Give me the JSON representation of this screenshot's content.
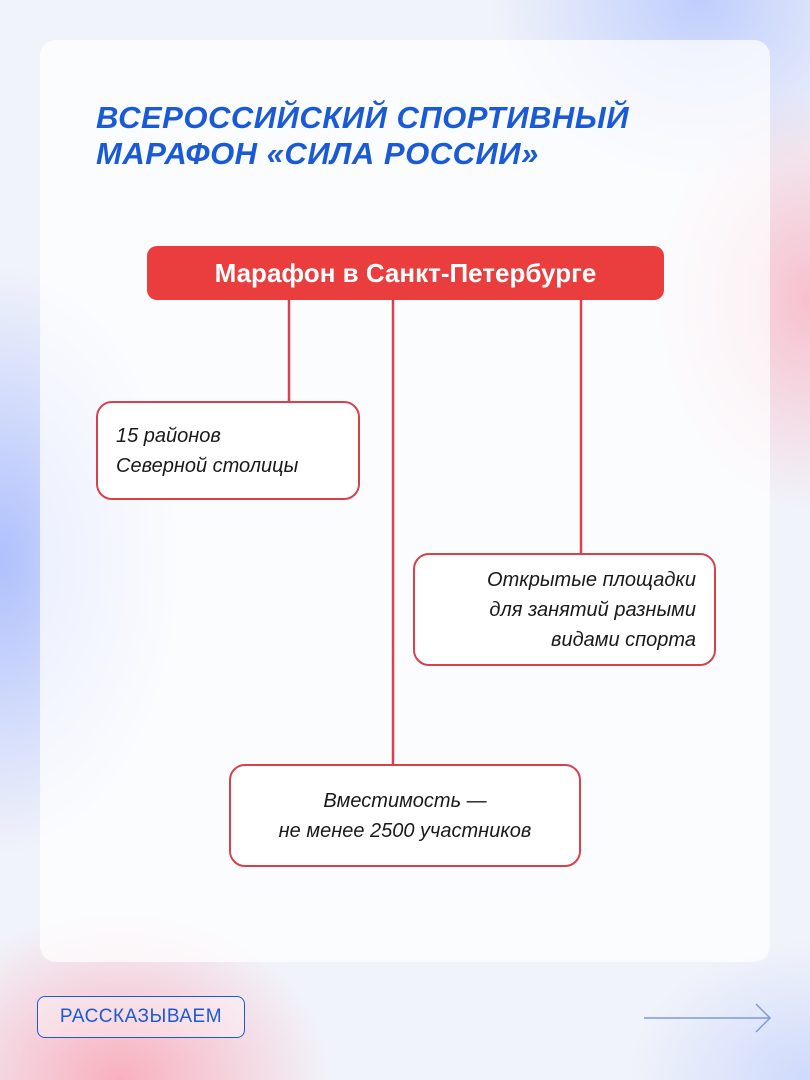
{
  "title": {
    "line1": "ВСЕРОССИЙСКИЙ СПОРТИВНЫЙ",
    "line2": "МАРАФОН «СИЛА РОССИИ»"
  },
  "diagram": {
    "main_node": "Марафон в Санкт-Петербурге",
    "nodes": [
      {
        "lines": [
          "15 районов",
          "Северной столицы"
        ]
      },
      {
        "lines": [
          "Открытые площадки",
          "для занятий разными",
          "видами спорта"
        ]
      },
      {
        "lines": [
          "Вместимость —",
          "не менее 2500 участников"
        ]
      }
    ]
  },
  "footer": {
    "badge": "РАССКАЗЫВАЕМ",
    "arrow_icon": "arrow-right-icon"
  },
  "colors": {
    "title_blue": "#1b5ad6",
    "accent_red": "#ea3e3e",
    "border_red": "#d6424c"
  }
}
